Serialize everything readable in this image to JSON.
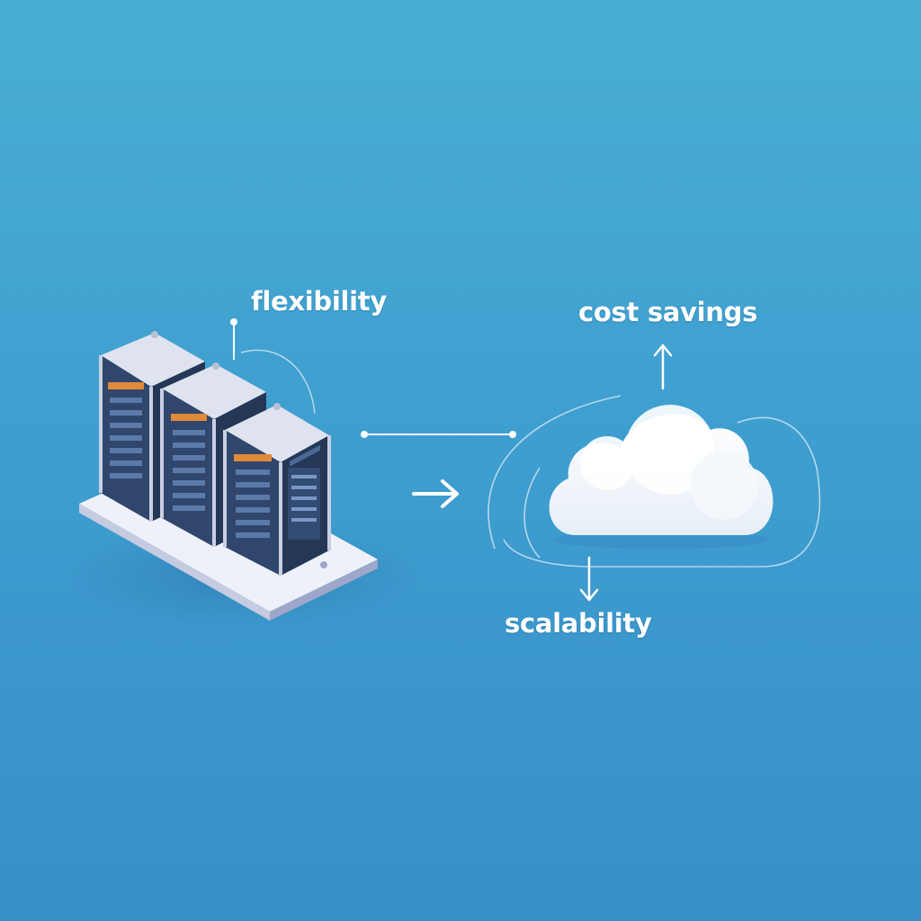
{
  "diagram": {
    "labels": {
      "flexibility": "flexibility",
      "cost_savings": "cost savings",
      "scalability": "scalability"
    },
    "nodes": [
      {
        "id": "servers",
        "kind": "server-rack-group",
        "count": 3
      },
      {
        "id": "cloud",
        "kind": "cloud"
      }
    ],
    "edges": [
      {
        "from": "servers",
        "to": "cloud",
        "style": "arrow-right"
      }
    ],
    "colors": {
      "background_top": "#4aaed4",
      "background_bottom": "#378fc8",
      "text": "#ffffff",
      "cloud": "#ffffff",
      "server_body": "#2e4468",
      "server_frame": "#c9cfe2",
      "server_accent": "#e08a3a",
      "platform": "#e4e8f4"
    }
  }
}
